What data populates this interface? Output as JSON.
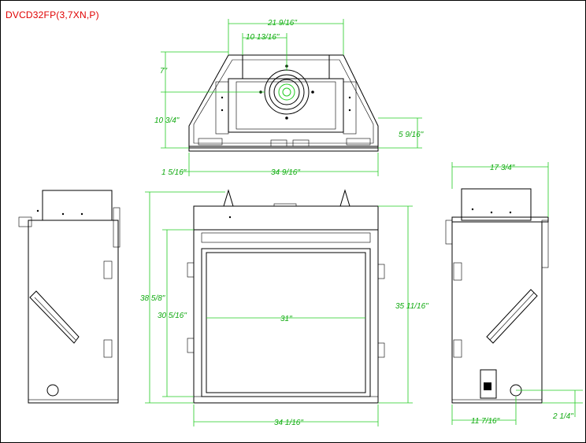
{
  "title": "DVCD32FP(3,7XN,P)",
  "top_view": {
    "overall_width": "21 9/16\"",
    "flue_offset": "10 13/16\"",
    "top_height": "7\"",
    "body_height": "10 3/4\"",
    "side_offset": "5 9/16\"",
    "left_offset": "1 5/16\"",
    "base_width": "34 9/16\""
  },
  "front_view": {
    "overall_height": "38 5/8\"",
    "opening_height": "30 5/16\"",
    "opening_width": "31\"",
    "frame_height": "35 11/16\"",
    "frame_width": "34 1/16\""
  },
  "side_view": {
    "depth": "17 3/4\"",
    "gas_inlet_from_back": "11 7/16\"",
    "gas_inlet_height": "2 1/4\""
  },
  "colors": {
    "title": "#e00000",
    "dimension": "#22cc22",
    "line": "#000000"
  }
}
